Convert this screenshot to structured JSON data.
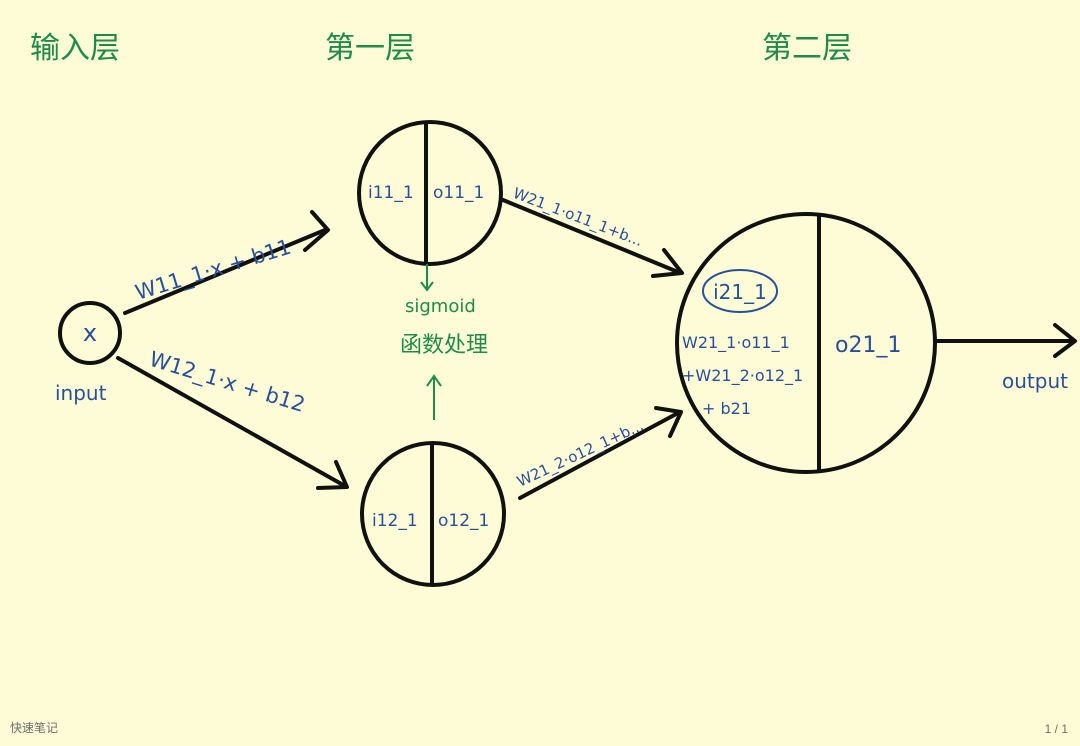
{
  "colors": {
    "background": "#fdfcd6",
    "ink": "#111111",
    "blue": "#2a4f9a",
    "green": "#1f8a4c"
  },
  "labels": {
    "input_layer": "输入层",
    "layer1": "第一层",
    "layer2": "第二层",
    "sigmoid": "sigmoid",
    "activation": "函数处理",
    "input": "input",
    "output": "output"
  },
  "nodes": {
    "x": "x",
    "i11": "i11_1",
    "o11": "o11_1",
    "i12": "i12_1",
    "o12": "o12_1",
    "i21": "i21_1",
    "o21": "o21_1",
    "sum_line1": "W21_1·o11_1",
    "sum_line2": "+W21_2·o12_1",
    "sum_line3": "+ b21"
  },
  "edges": {
    "w11": "W11_1·x + b11",
    "w12": "W12_1·x + b12",
    "w21_1": "W21_1·o11_1+b...",
    "w21_2": "W21_2·o12_1+b..."
  },
  "footer": {
    "app_name": "快速笔记",
    "page": "1 / 1"
  }
}
